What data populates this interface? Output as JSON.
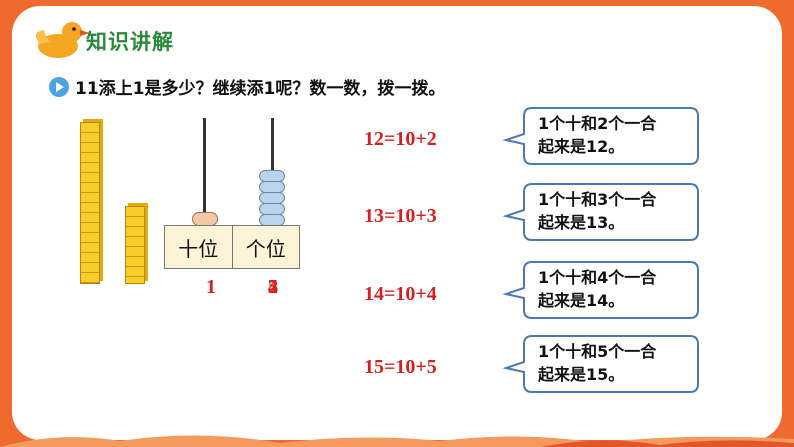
{
  "header": {
    "section_title": "知识讲解"
  },
  "question": {
    "text": "11添上1是多少？继续添1呢？数一数，拨一拨。"
  },
  "abacus": {
    "tens_label": "十位",
    "ones_label": "个位",
    "tens_digit": "1",
    "ones_digits": [
      "2",
      "3",
      "4",
      "5"
    ],
    "ones_beads": 5
  },
  "equations": [
    "12=10+2",
    "13=10+3",
    "14=10+4",
    "15=10+5"
  ],
  "callouts": [
    {
      "line1": "1个十和2个一合",
      "line2": "起来是12。"
    },
    {
      "line1": "1个十和3个一合",
      "line2": "起来是13。"
    },
    {
      "line1": "1个十和4个一合",
      "line2": "起来是14。"
    },
    {
      "line1": "1个十和5个一合",
      "line2": "起来是15。"
    }
  ],
  "colors": {
    "frame": "#ef6a2e",
    "title_green": "#2a8a3a",
    "equation_red": "#d62020",
    "callout_border": "#4a78b8"
  }
}
